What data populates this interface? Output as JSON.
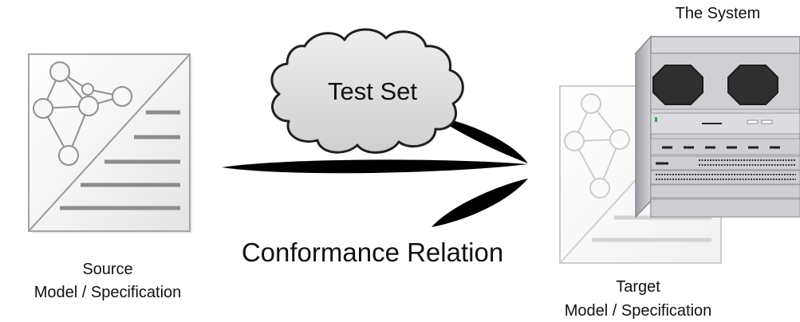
{
  "labels": {
    "system": "The System",
    "source_line1": "Source",
    "source_line2": "Model / Specification",
    "target_line1": "Target",
    "target_line2": "Model / Specification",
    "test_set": "Test Set",
    "conformance": "Conformance Relation"
  },
  "icons": {
    "source_document": "model-document-icon",
    "target_document": "model-document-icon",
    "system": "network-switch-icon",
    "test_set": "cloud-icon",
    "arrow": "arrow-icon"
  },
  "colors": {
    "document_border": "#a8a8a8",
    "document_lines": "#8c8c8c",
    "cloud_fill": "#d9d9d9",
    "arrow": "#000000",
    "switch_body": "#cfcfd3",
    "fan_housing": "#3a3a3a"
  }
}
